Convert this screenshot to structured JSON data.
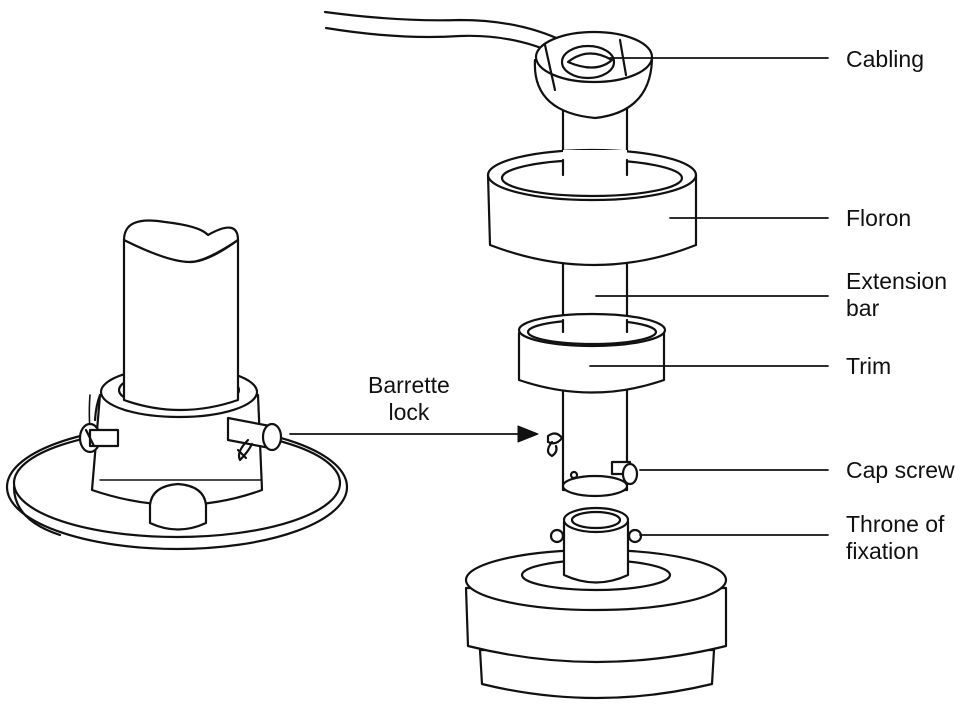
{
  "diagram": {
    "labels": {
      "cabling": "Cabling",
      "floron": "Floron",
      "extension_bar_line1": "Extension",
      "extension_bar_line2": "bar",
      "trim": "Trim",
      "cap_screw": "Cap screw",
      "throne_line1": "Throne of",
      "throne_line2": "fixation",
      "barrette_line1": "Barrette",
      "barrette_line2": "lock"
    },
    "colors": {
      "stroke": "#111111",
      "fill": "#ffffff",
      "text": "#111111"
    }
  }
}
